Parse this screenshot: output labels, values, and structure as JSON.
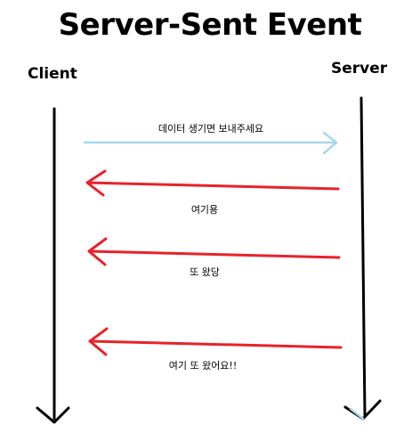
{
  "title": "Server-Sent Event",
  "actors": {
    "client": "Client",
    "server": "Server"
  },
  "messages": [
    {
      "label": "데이터 생기면 보내주세요",
      "from": "client",
      "to": "server",
      "color": "#a7d8ea"
    },
    {
      "label": "여기용",
      "from": "server",
      "to": "client",
      "color": "#e8222b"
    },
    {
      "label": "또 왔당",
      "from": "server",
      "to": "client",
      "color": "#e8222b"
    },
    {
      "label": "여기 또 왔어요!!",
      "from": "server",
      "to": "client",
      "color": "#e8222b"
    }
  ],
  "colors": {
    "lifeline": "#000000",
    "request": "#a7d8ea",
    "event": "#e8222b"
  }
}
